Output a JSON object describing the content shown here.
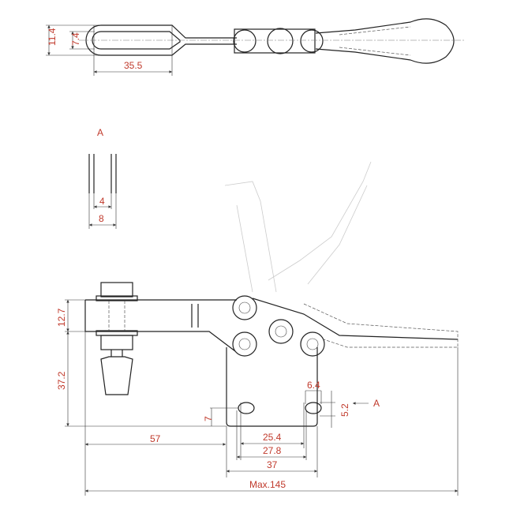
{
  "top_view": {
    "dim_outer_width": "11.4",
    "dim_inner_width": "7.4",
    "dim_slot_length": "35.5"
  },
  "section_a": {
    "label": "A",
    "dim_inner": "4",
    "dim_outer": "8"
  },
  "side_view": {
    "dim_arm_height": "12.7",
    "dim_base_height": "37.2",
    "dim_arm_reach": "57",
    "dim_hole_spacing": "25.4",
    "dim_hole_outer": "27.8",
    "dim_base_width": "37",
    "dim_total_length": "Max.145",
    "dim_slot_width": "6.4",
    "dim_slot_height": "5.2",
    "dim_hole_offset": "7",
    "section_marker": "A"
  },
  "colors": {
    "dimension_text": "#c0392b",
    "line": "#222222"
  }
}
